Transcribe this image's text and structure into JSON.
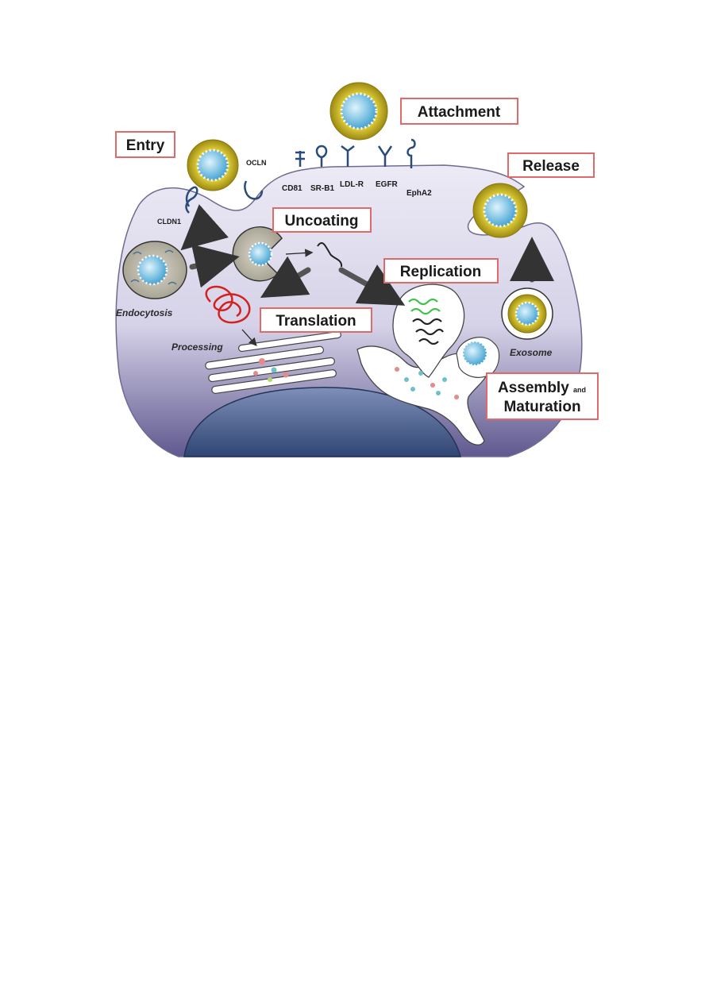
{
  "stages": {
    "attachment": "Attachment",
    "entry": "Entry",
    "release": "Release",
    "uncoating": "Uncoating",
    "replication": "Replication",
    "translation": "Translation",
    "assembly_word": "Assembly",
    "and_word": "and",
    "maturation_word": "Maturation"
  },
  "receptors": {
    "cd81": "CD81",
    "srb1": "SR-B1",
    "ldlr": "LDL-R",
    "egfr": "EGFR",
    "epha2": "EphA2",
    "ocln": "OCLN",
    "cldn1": "CLDN1"
  },
  "processes": {
    "endocytosis": "Endocytosis",
    "processing": "Processing",
    "exosome": "Exosome"
  },
  "colors": {
    "cell_light": "#eceaf5",
    "cell_dark": "#5f598f",
    "nucleus_light": "#7e8fb8",
    "nucleus_dark": "#2f4573",
    "virion_coat": "#c9b51a",
    "virion_core": "#7cc6e8",
    "receptor": "#2a4c7a",
    "rna_green": "#3ec24a",
    "rna_red": "#d42020",
    "box_border": "#e06a6a"
  }
}
